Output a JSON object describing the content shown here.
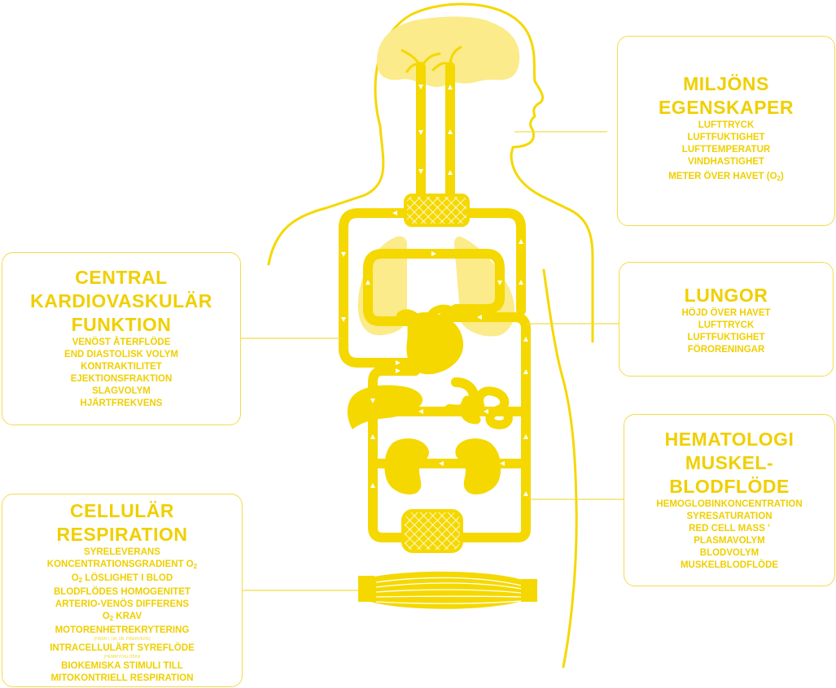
{
  "colors": {
    "primary": "#f5d800",
    "light": "#fbeb8a",
    "border": "#f2dc4a"
  },
  "icons": [
    "brain-icon",
    "lungs-icon",
    "heart-icon",
    "liver-icon",
    "stomach-icon",
    "intestine-icon",
    "kidney-icon",
    "muscle-icon"
  ],
  "environment": {
    "title_lines": [
      "MILJÖNS",
      "EGENSKAPER"
    ],
    "items": [
      "LUFTTRYCK",
      "LUFTFUKTIGHET",
      "LUFTTEMPERATUR",
      "VINDHASTIGHET"
    ],
    "last_item_prefix": "METER ÖVER HAVET (O",
    "last_item_sub": "2",
    "last_item_suffix": ")"
  },
  "lungs": {
    "title_lines": [
      "LUNGOR"
    ],
    "items": [
      "HÖJD ÖVER HAVET",
      "LUFTTRYCK",
      "LUFTFUKTIGHET",
      "FÖRORENINGAR"
    ]
  },
  "central": {
    "title_lines": [
      "CENTRAL",
      "KARDIOVASKULÄR",
      "FUNKTION"
    ],
    "items": [
      "VENÖST ÅTERFLÖDE",
      "END DIASTOLISK VOLYM",
      "KONTRAKTILITET",
      "EJEKTIONSFRAKTION",
      "SLAGVOLYM",
      "HJÄRTFREKVENS"
    ]
  },
  "hematology": {
    "title_lines": [
      "HEMATOLOGI",
      "MUSKEL-",
      "BLODFLÖDE"
    ],
    "items": [
      "HEMOGLOBINKONCENTRATION",
      "SYRESATURATION",
      "RED CELL MASS '",
      "PLASMAVOLYM",
      "BLODVOLYM",
      "MUSKELBLODFLÖDE"
    ]
  },
  "cellular": {
    "title_lines": [
      "CELLULÄR",
      "RESPIRATION"
    ],
    "items": {
      "i1": "SYRELEVERANS",
      "i2_prefix": "KONCENTRATIONSGRADIENT O",
      "i2_sub": "2",
      "i3_prefix": "O",
      "i3_sub": "2",
      "i3_suffix": " LÖSLIGHET I BLOD",
      "i4": "BLODFLÖDES HOMOGENITET",
      "i5": "ARTERIO-VENÖS DIFFERENS",
      "i6_prefix": "O",
      "i6_sub": "2",
      "i6_suffix": " KRAV",
      "i7": "MOTORENHETREKRYTERING",
      "i7_note": "(FIBER I, IIA, IIB, FIBERVERS)",
      "i8": "INTRACELLULÄRT SYREFLÖDE",
      "i8_note": "(HEMMYOGLOBIN)",
      "i9": "BIOKEMISKA STIMULI TILL",
      "i10": "MITOKONTRIELL RESPIRATION"
    }
  }
}
